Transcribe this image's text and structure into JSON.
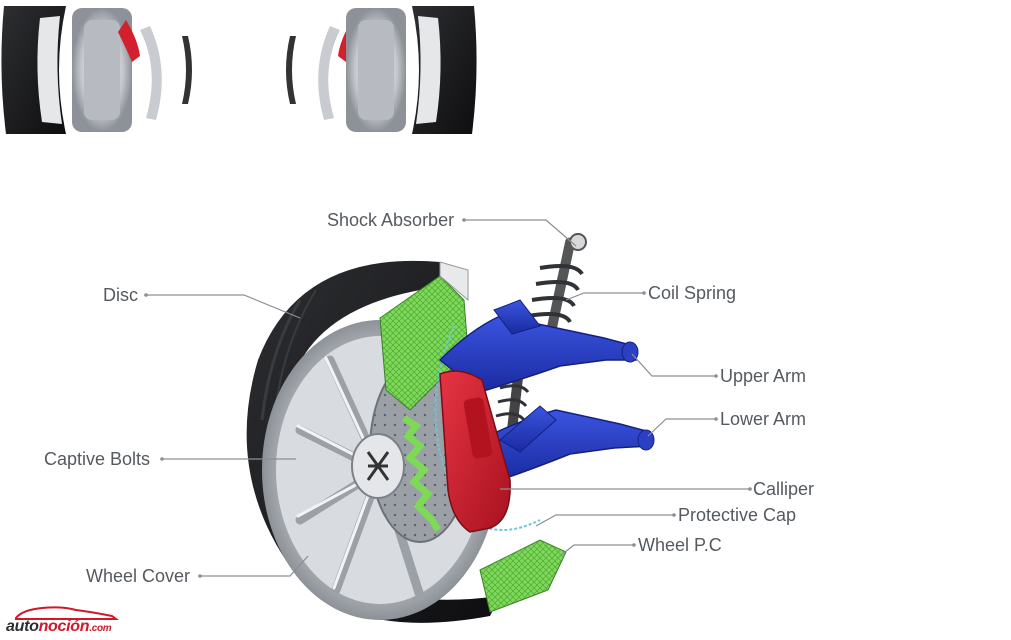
{
  "diagram": {
    "labels": {
      "shock_absorber": "Shock Absorber",
      "coil_spring": "Coil Spring",
      "disc": "Disc",
      "upper_arm": "Upper Arm",
      "lower_arm": "Lower Arm",
      "captive_bolts": "Captive Bolts",
      "calliper": "Calliper",
      "protective_cap": "Protective Cap",
      "wheel_pc": "Wheel P.C",
      "wheel_cover": "Wheel Cover"
    },
    "colors": {
      "leader_line": "#8a8f96",
      "tire": "#1c1c1e",
      "rim": "#c9ccd1",
      "calliper": "#d2202f",
      "arms": "#2a3fc6",
      "mesh": "#7ed957",
      "shock_spring": "#4a4d52"
    }
  },
  "logo": {
    "part1": "auto",
    "part2": "noción",
    "part3": ".com"
  }
}
